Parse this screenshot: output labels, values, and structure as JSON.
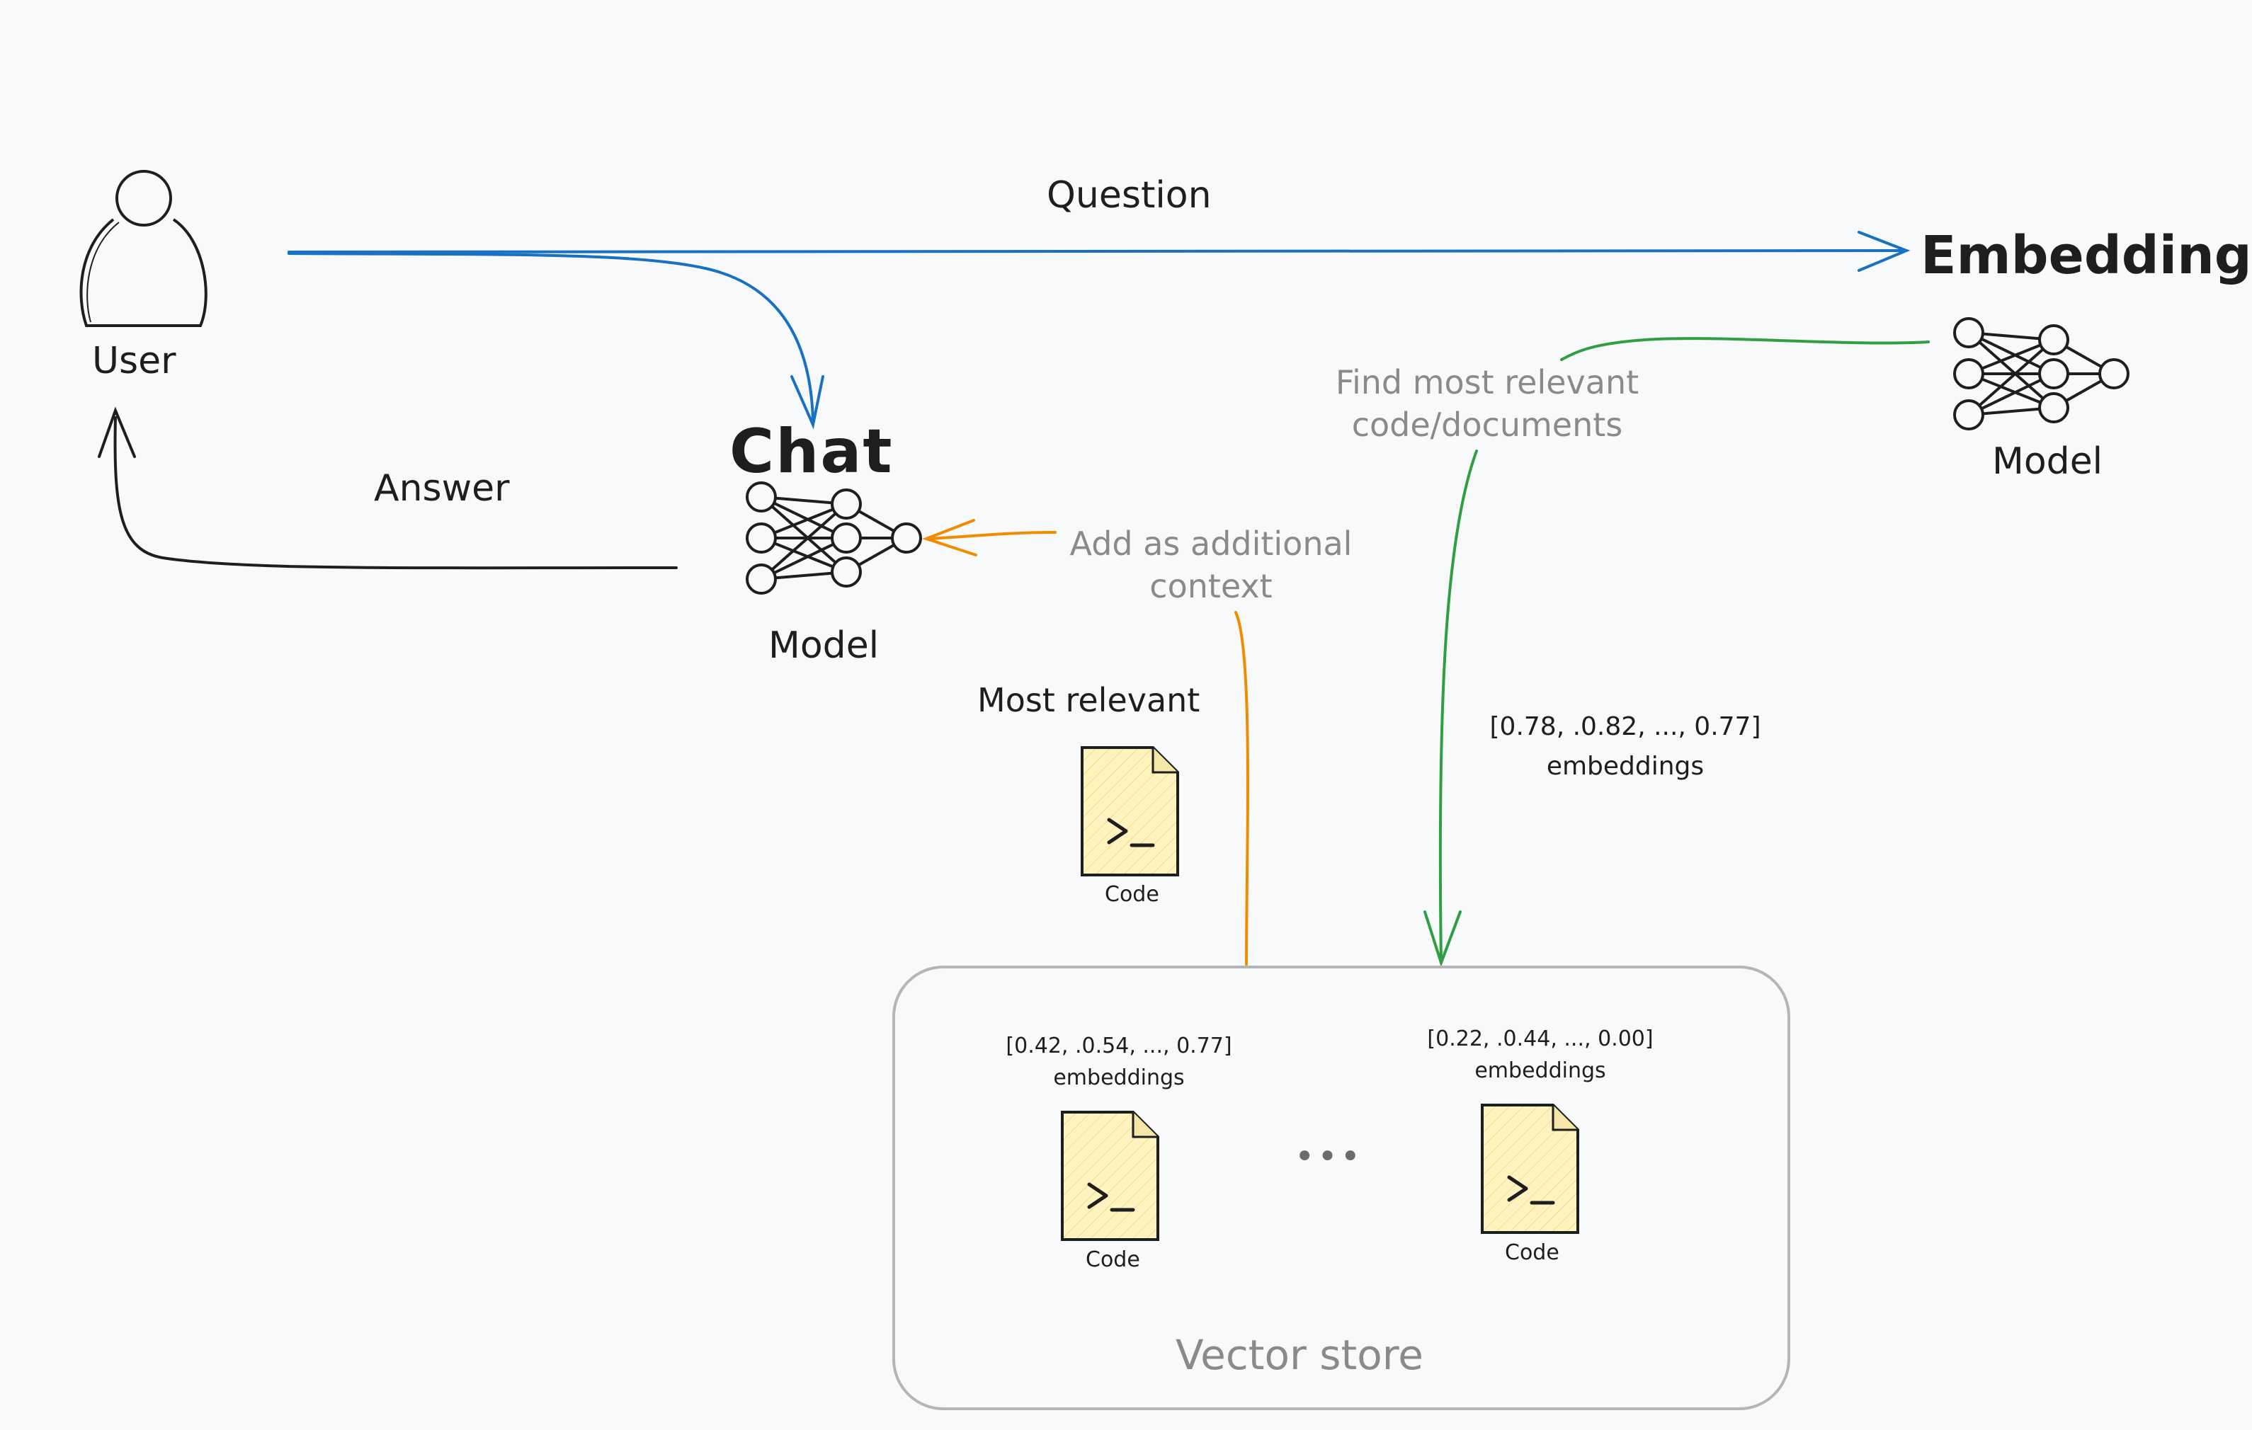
{
  "colors": {
    "question_arrow": "#1971c2",
    "context_arrow": "#f08c00",
    "find_arrow": "#2f9e44",
    "answer_arrow": "#1e1e1e",
    "doc_fill": "#fff3bf",
    "background": "#f8f9fa",
    "text": "#1e1e1e",
    "muted_text": "#8a8a8a"
  },
  "user": {
    "label": "User",
    "icon": "person-icon"
  },
  "chat": {
    "title": "Chat",
    "model_label": "Model",
    "icon": "neural-network-icon"
  },
  "embedding": {
    "title": "Embedding",
    "model_label": "Model",
    "icon": "neural-network-icon"
  },
  "arrows": {
    "question": "Question",
    "answer": "Answer",
    "add_context": "Add as additional context",
    "find_relevant": "Find most relevant code/documents",
    "query_embedding": "[0.78, .0.82, ..., 0.77]",
    "query_embedding_caption": "embeddings"
  },
  "most_relevant": {
    "label": "Most relevant",
    "doc_label": "Code",
    "icon": "code-file-icon"
  },
  "vector_store": {
    "label": "Vector store",
    "ellipsis": "•••",
    "docs": [
      {
        "vector": "[0.42, .0.54, ..., 0.77]",
        "caption": "embeddings",
        "doc_label": "Code"
      },
      {
        "vector": "[0.22, .0.44, ..., 0.00]",
        "caption": "embeddings",
        "doc_label": "Code"
      }
    ]
  }
}
